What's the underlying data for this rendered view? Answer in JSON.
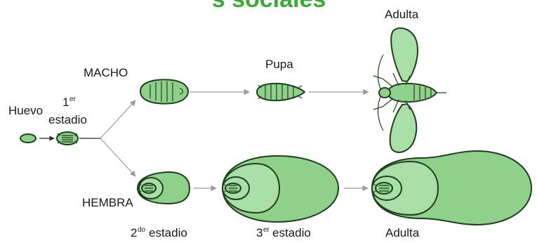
{
  "title": {
    "text": "s sociales",
    "color": "#3aa935"
  },
  "colors": {
    "body_fill": "#8fd18b",
    "outline": "#1f3f1f",
    "arrow": "#9a9a9a"
  },
  "labels": {
    "huevo": "Huevo",
    "primer_num": "1",
    "primer_sup": "er",
    "primer_estadio": "estadio",
    "macho": "MACHO",
    "hembra": "HEMBRA",
    "pupa": "Pupa",
    "adulta_top": "Adulta",
    "segundo_num": "2",
    "segundo_sup": "do",
    "segundo_estadio": "estadio",
    "tercer_num": "3",
    "tercer_sup": "er",
    "tercer_estadio": "estadio",
    "adulta_bottom": "Adulta"
  }
}
